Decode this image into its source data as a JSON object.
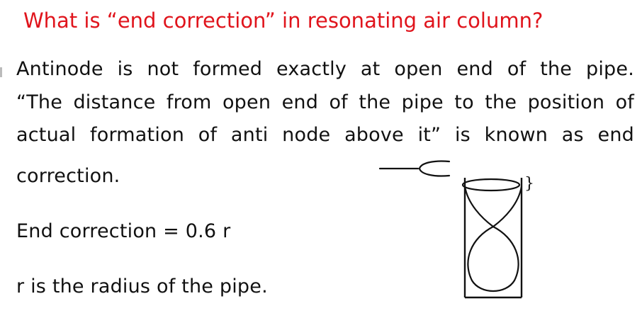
{
  "heading": {
    "title": "What is “end correction” in resonating air column?",
    "color": "#e0141c"
  },
  "body": {
    "lines": [
      "Antinode is not formed exactly at open end of the pipe.",
      "“The distance from open end of the pipe to the position of",
      "actual formation of anti node above it” is known as end"
    ],
    "last_line": "correction.",
    "formula": "End correction = 0.6 r",
    "radius_note": "r is the radius of the pipe."
  },
  "diagram": {
    "bracket_symbol": "}"
  }
}
